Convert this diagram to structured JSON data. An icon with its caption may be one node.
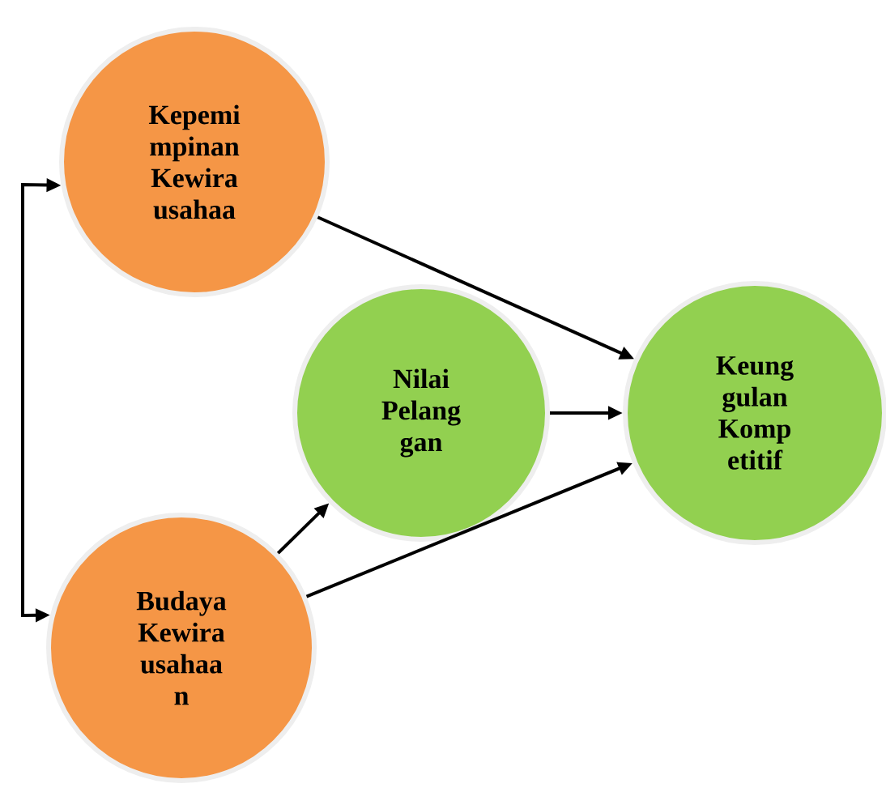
{
  "diagram": {
    "nodes": [
      {
        "text": [
          "Kepemi mpinan Kewira usahaa"
        ]
      },
      {
        "text": [
          "Nilai Pelang gan"
        ]
      },
      {
        "text": [
          "Keung gulan Komp etitif"
        ]
      },
      {
        "text": [
          "Budaya Kewira usahaa n"
        ]
      }
    ],
    "edges": [
      {
        "from": 0,
        "to": 2,
        "arrow": "to"
      },
      {
        "from": 1,
        "to": 2,
        "arrow": "to"
      },
      {
        "from": 3,
        "to": 1,
        "arrow": "to"
      },
      {
        "from": 3,
        "to": 2,
        "arrow": "to"
      },
      {
        "from": 0,
        "to": 3,
        "arrow": "both"
      }
    ]
  }
}
